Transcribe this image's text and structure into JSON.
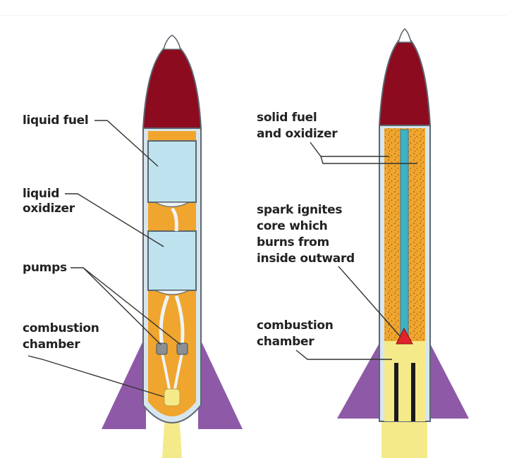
{
  "colors": {
    "nose": "#8c0b1f",
    "fin": "#8e5aa8",
    "body": "#f0a52e",
    "tank": "#bfe3ee",
    "fuel_core": "#3fb0c8",
    "flame": "#f5ea8a",
    "spark": "#e2222a",
    "pump": "#8a8f94"
  },
  "liquid_rocket": {
    "labels": {
      "liquid_fuel": "liquid fuel",
      "liquid_oxidizer_1": "liquid",
      "liquid_oxidizer_2": "oxidizer",
      "pumps": "pumps",
      "combustion_1": "combustion",
      "combustion_2": "chamber"
    }
  },
  "solid_rocket": {
    "labels": {
      "solid_1": "solid fuel",
      "solid_2": "and oxidizer",
      "spark_1": "spark ignites",
      "spark_2": "core which",
      "spark_3": "burns from",
      "spark_4": "inside outward",
      "combustion_1": "combustion",
      "combustion_2": "chamber"
    }
  }
}
